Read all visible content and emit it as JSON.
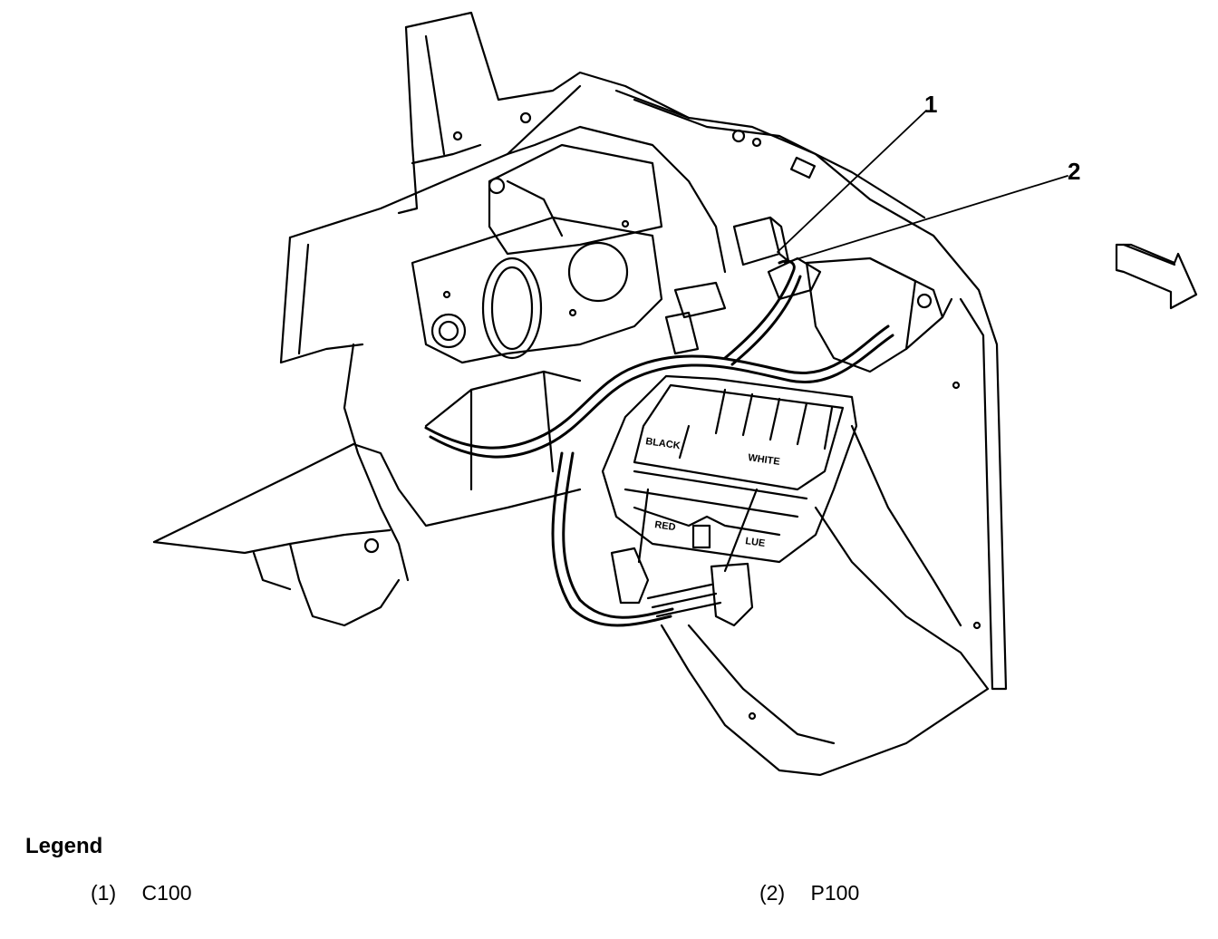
{
  "diagram": {
    "callouts": [
      {
        "number": "1"
      },
      {
        "number": "2"
      }
    ],
    "module_labels": {
      "black": "BLACK",
      "white": "WHITE",
      "red": "RED",
      "blue": "LUE"
    }
  },
  "legend": {
    "title": "Legend",
    "items": [
      {
        "number": "(1)",
        "label": "C100"
      },
      {
        "number": "(2)",
        "label": "P100"
      }
    ]
  },
  "colors": {
    "line": "#000000",
    "background": "#ffffff"
  }
}
